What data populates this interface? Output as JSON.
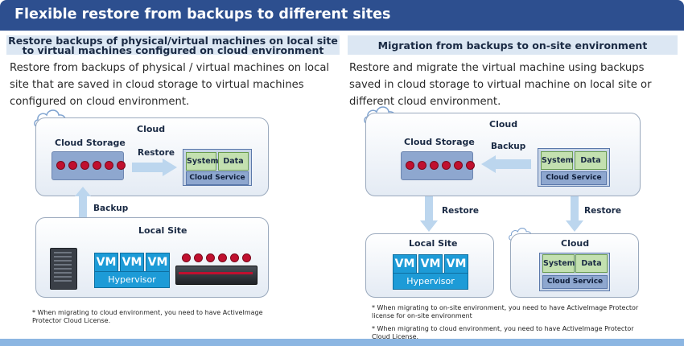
{
  "title": "Flexible restore from backups to different sites",
  "left": {
    "heading_line1": "Restore backups of physical/virtual machines on local site",
    "heading_line2": "to virtual machines configured on cloud environment",
    "description": "Restore from backups of physical / virtual machines on local site that are saved in cloud storage to virtual machines configured on cloud environment.",
    "cloud_label": "Cloud",
    "cloud_storage_label": "Cloud Storage",
    "restore_label": "Restore",
    "system_label": "System",
    "data_label": "Data",
    "cloud_service_label": "Cloud Service",
    "backup_label": "Backup",
    "local_site_label": "Local Site",
    "vm_labels": [
      "VM",
      "VM",
      "VM"
    ],
    "hypervisor_label": "Hypervisor",
    "note": "* When migrating to cloud environment, you need to have ActiveImage Protector Cloud License."
  },
  "right": {
    "heading": "Migration from backups to on-site environment",
    "description": "Restore and migrate the virtual machine using backups saved in cloud storage to virtual machine on local site or different cloud environment.",
    "cloud_label": "Cloud",
    "cloud_storage_label": "Cloud Storage",
    "backup_label": "Backup",
    "system_label": "System",
    "data_label": "Data",
    "cloud_service_label": "Cloud Service",
    "restore_label_1": "Restore",
    "restore_label_2": "Restore",
    "local_site_label": "Local Site",
    "vm_labels": [
      "VM",
      "VM",
      "VM"
    ],
    "hypervisor_label": "Hypervisor",
    "cloud2_label": "Cloud",
    "system2_label": "System",
    "data2_label": "Data",
    "cloud_service2_label": "Cloud Service",
    "note1": "* When migrating to on-site environment, you need to have ActiveImage Protector license for on-site environment",
    "note2": "* When migrating to cloud environment, you need to have ActiveImage Protector Cloud License."
  },
  "colors": {
    "header": "#2d4f8f",
    "band": "#dce7f3",
    "vm_blue": "#1d9bd7",
    "arrow": "#bcd6ee",
    "green_box": "#c3e0b0",
    "storage": "#8ea7cf"
  }
}
